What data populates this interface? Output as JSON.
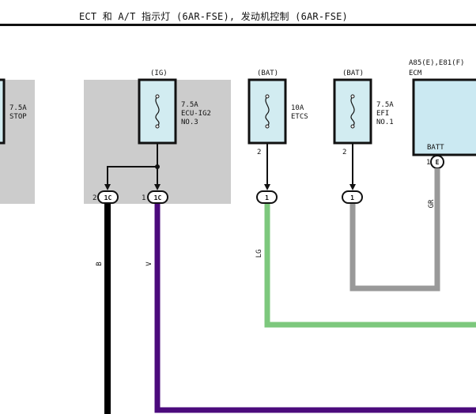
{
  "title": "ECT 和 A/T 指示灯 (6AR-FSE), 发动机控制 (6AR-FSE)",
  "colors": {
    "gray_panel": "#cccccc",
    "fuse_fill": "#d2ecf1",
    "ecm_fill": "#cbe9f2",
    "wire_B": "#000000",
    "wire_V": "#4b0a7c",
    "wire_LG": "#7dc87d",
    "wire_GR": "#999999"
  },
  "fuses": [
    {
      "id": "stop",
      "power": "",
      "rating": "7.5A",
      "name": "STOP",
      "name2": "",
      "pin": ""
    },
    {
      "id": "ecu-ig2",
      "power": "(IG)",
      "rating": "7.5A",
      "name": "ECU-IG2",
      "name2": "NO.3",
      "pin": ""
    },
    {
      "id": "etcs",
      "power": "(BAT)",
      "rating": "10A",
      "name": "ETCS",
      "name2": "",
      "pin": "2"
    },
    {
      "id": "efi",
      "power": "(BAT)",
      "rating": "7.5A",
      "name": "EFI",
      "name2": "NO.1",
      "pin": "2"
    }
  ],
  "ecm": {
    "connector": "A85(E),E81(F)",
    "name": "ECM",
    "terminal": "BATT",
    "pin_number": "1",
    "pin_code": "E"
  },
  "connectors": [
    {
      "id": "c1",
      "number": "2",
      "code": "1C"
    },
    {
      "id": "c2",
      "number": "1",
      "code": "1C"
    },
    {
      "id": "c3",
      "number": "",
      "code": "1"
    },
    {
      "id": "c4",
      "number": "",
      "code": "1"
    }
  ],
  "wires": [
    {
      "id": "w1",
      "color_code": "B"
    },
    {
      "id": "w2",
      "color_code": "V"
    },
    {
      "id": "w3",
      "color_code": "LG"
    },
    {
      "id": "w4",
      "color_code": "GR"
    }
  ]
}
